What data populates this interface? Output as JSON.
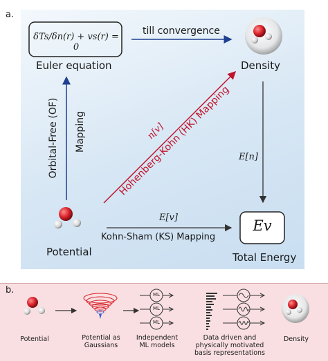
{
  "panel_a": {
    "label": "a.",
    "euler_equation_formula": "δTs/δn(r) + vs(r) = 0",
    "euler_equation": "Euler equation",
    "till_convergence": "till convergence",
    "density": "Density",
    "potential": "Potential",
    "total_energy": "Total Energy",
    "energy_symbol": "Ev",
    "of_mapping_line1": "Orbital-Free (OF)",
    "of_mapping_line2": "Mapping",
    "hk_mapping": "Hohenberg-Kohn (HK) Mapping",
    "n_of_v": "n[v]",
    "e_of_n": "E[n]",
    "e_of_v": "E[v]",
    "ks_mapping": "Kohn-Sham (KS) Mapping"
  },
  "panel_b": {
    "label": "b.",
    "steps": [
      "Potential",
      "Potential as Gaussians",
      "Independent ML models",
      "Data driven and physically motivated basis representations",
      "Density"
    ],
    "ml_label": "ML"
  },
  "colors": {
    "panel_a_bg": "#dceaf6",
    "panel_b_bg": "#f9dfe1",
    "arrow_blue": "#1f3f8f",
    "hk_red": "#c0142c",
    "oxygen_red": "#d8232a"
  }
}
